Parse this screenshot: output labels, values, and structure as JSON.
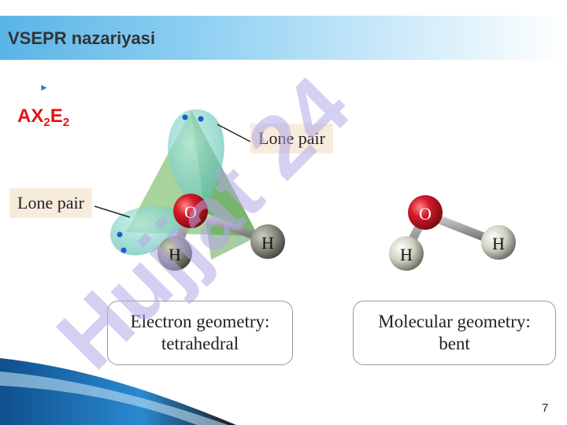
{
  "slide": {
    "title": "VSEPR nazariyasi",
    "formula": {
      "base1": "AX",
      "sub1": "2",
      "base2": "E",
      "sub2": "2"
    },
    "number": "7"
  },
  "diagram": {
    "lone_pair_label_top": "Lone pair",
    "lone_pair_label_left": "Lone pair",
    "atoms": {
      "oxygen": "O",
      "hydrogen": "H"
    },
    "electron_geometry": {
      "line1": "Electron geometry:",
      "line2": "tetrahedral"
    },
    "molecular_geometry": {
      "line1": "Molecular geometry:",
      "line2": "bent"
    }
  },
  "watermark": {
    "text": "Hujjat 24"
  },
  "colors": {
    "title_bar": "#5ab4e6",
    "formula": "#e41212",
    "oxygen": "#c8102e",
    "hydrogen": "#b8b8a8",
    "lone_pair_lobe": "#6cc7bd",
    "callout_bg": "#f7ecdc",
    "watermark": "#b3a8e6"
  }
}
